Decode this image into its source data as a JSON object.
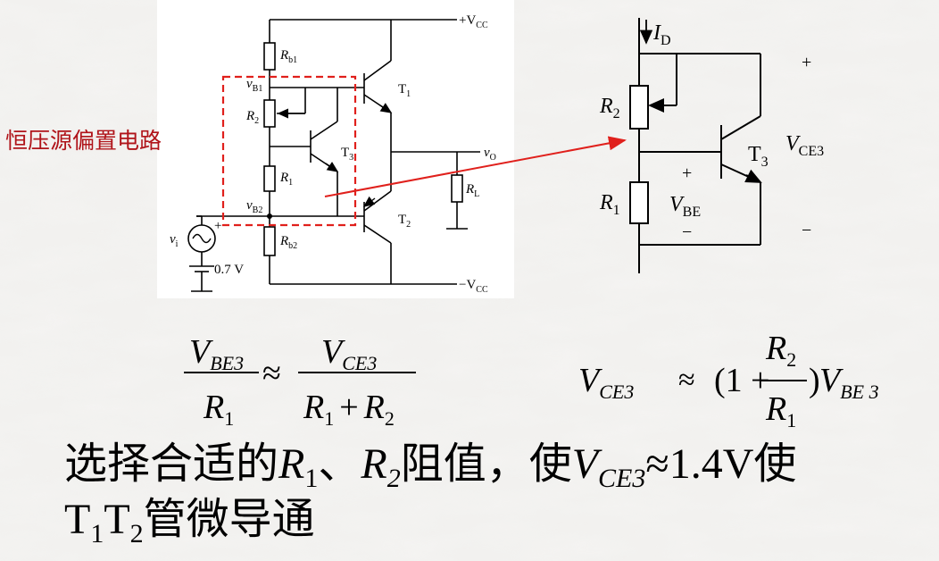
{
  "annotation": "恒压源偏置电路",
  "left_circuit": {
    "vcc_pos": "+V",
    "vcc_neg": "−V",
    "cc_sub": "CC",
    "rb1": "R",
    "rb1_sub": "b1",
    "rb2": "R",
    "rb2_sub": "b2",
    "r2": "R",
    "r2_sub": "2",
    "r1": "R",
    "r1_sub": "1",
    "t1": "T",
    "t1_sub": "1",
    "t2": "T",
    "t2_sub": "2",
    "t3": "T",
    "t3_sub": "3",
    "vb1": "v",
    "vb1_sub": "B1",
    "vb2": "v",
    "vb2_sub": "B2",
    "vo": "v",
    "vo_sub": "O",
    "rl": "R",
    "rl_sub": "L",
    "vi": "v",
    "vi_sub": "i",
    "plus": "+",
    "batt": "0.7 V"
  },
  "right_circuit": {
    "id": "I",
    "id_sub": "D",
    "r2": "R",
    "r2_sub": "2",
    "r1": "R",
    "r1_sub": "1",
    "t3": "T",
    "t3_sub": "3",
    "vce": "V",
    "vce_sub": "CE3",
    "vbe": "V",
    "vbe_sub": "BE",
    "plus": "+",
    "minus": "−"
  },
  "formula1": {
    "num": "V",
    "num_sub": "BE3",
    "den": "R",
    "den_sub": "1",
    "approx": "≈",
    "rnum": "V",
    "rnum_sub": "CE3",
    "rden_a": "R",
    "rden_a_sub": "1",
    "rden_plus": "+",
    "rden_b": "R",
    "rden_b_sub": "2"
  },
  "formula2": {
    "lhs": "V",
    "lhs_sub": "CE3",
    "approx": "≈",
    "open": "(1 +",
    "fnum": "R",
    "fnum_sub": "2",
    "fden": "R",
    "fden_sub": "1",
    "close": ")",
    "rhs": "V",
    "rhs_sub": "BE 3"
  },
  "sentence": {
    "p1": "选择合适的",
    "r1": "R",
    "r1_sub": "1",
    "sep": "、",
    "r2": "R",
    "r2_sub": "2",
    "p2": "阻值，使",
    "v": "V",
    "v_sub": "CE3",
    "p3": "≈1.4V使",
    "t1": "T",
    "t1_sub": "1",
    "t2": "T",
    "t2_sub": "2",
    "p4": "管微导通"
  },
  "colors": {
    "annotation": "#b0141a",
    "dashed_box": "#e0201c",
    "arrow": "#e0201c"
  }
}
